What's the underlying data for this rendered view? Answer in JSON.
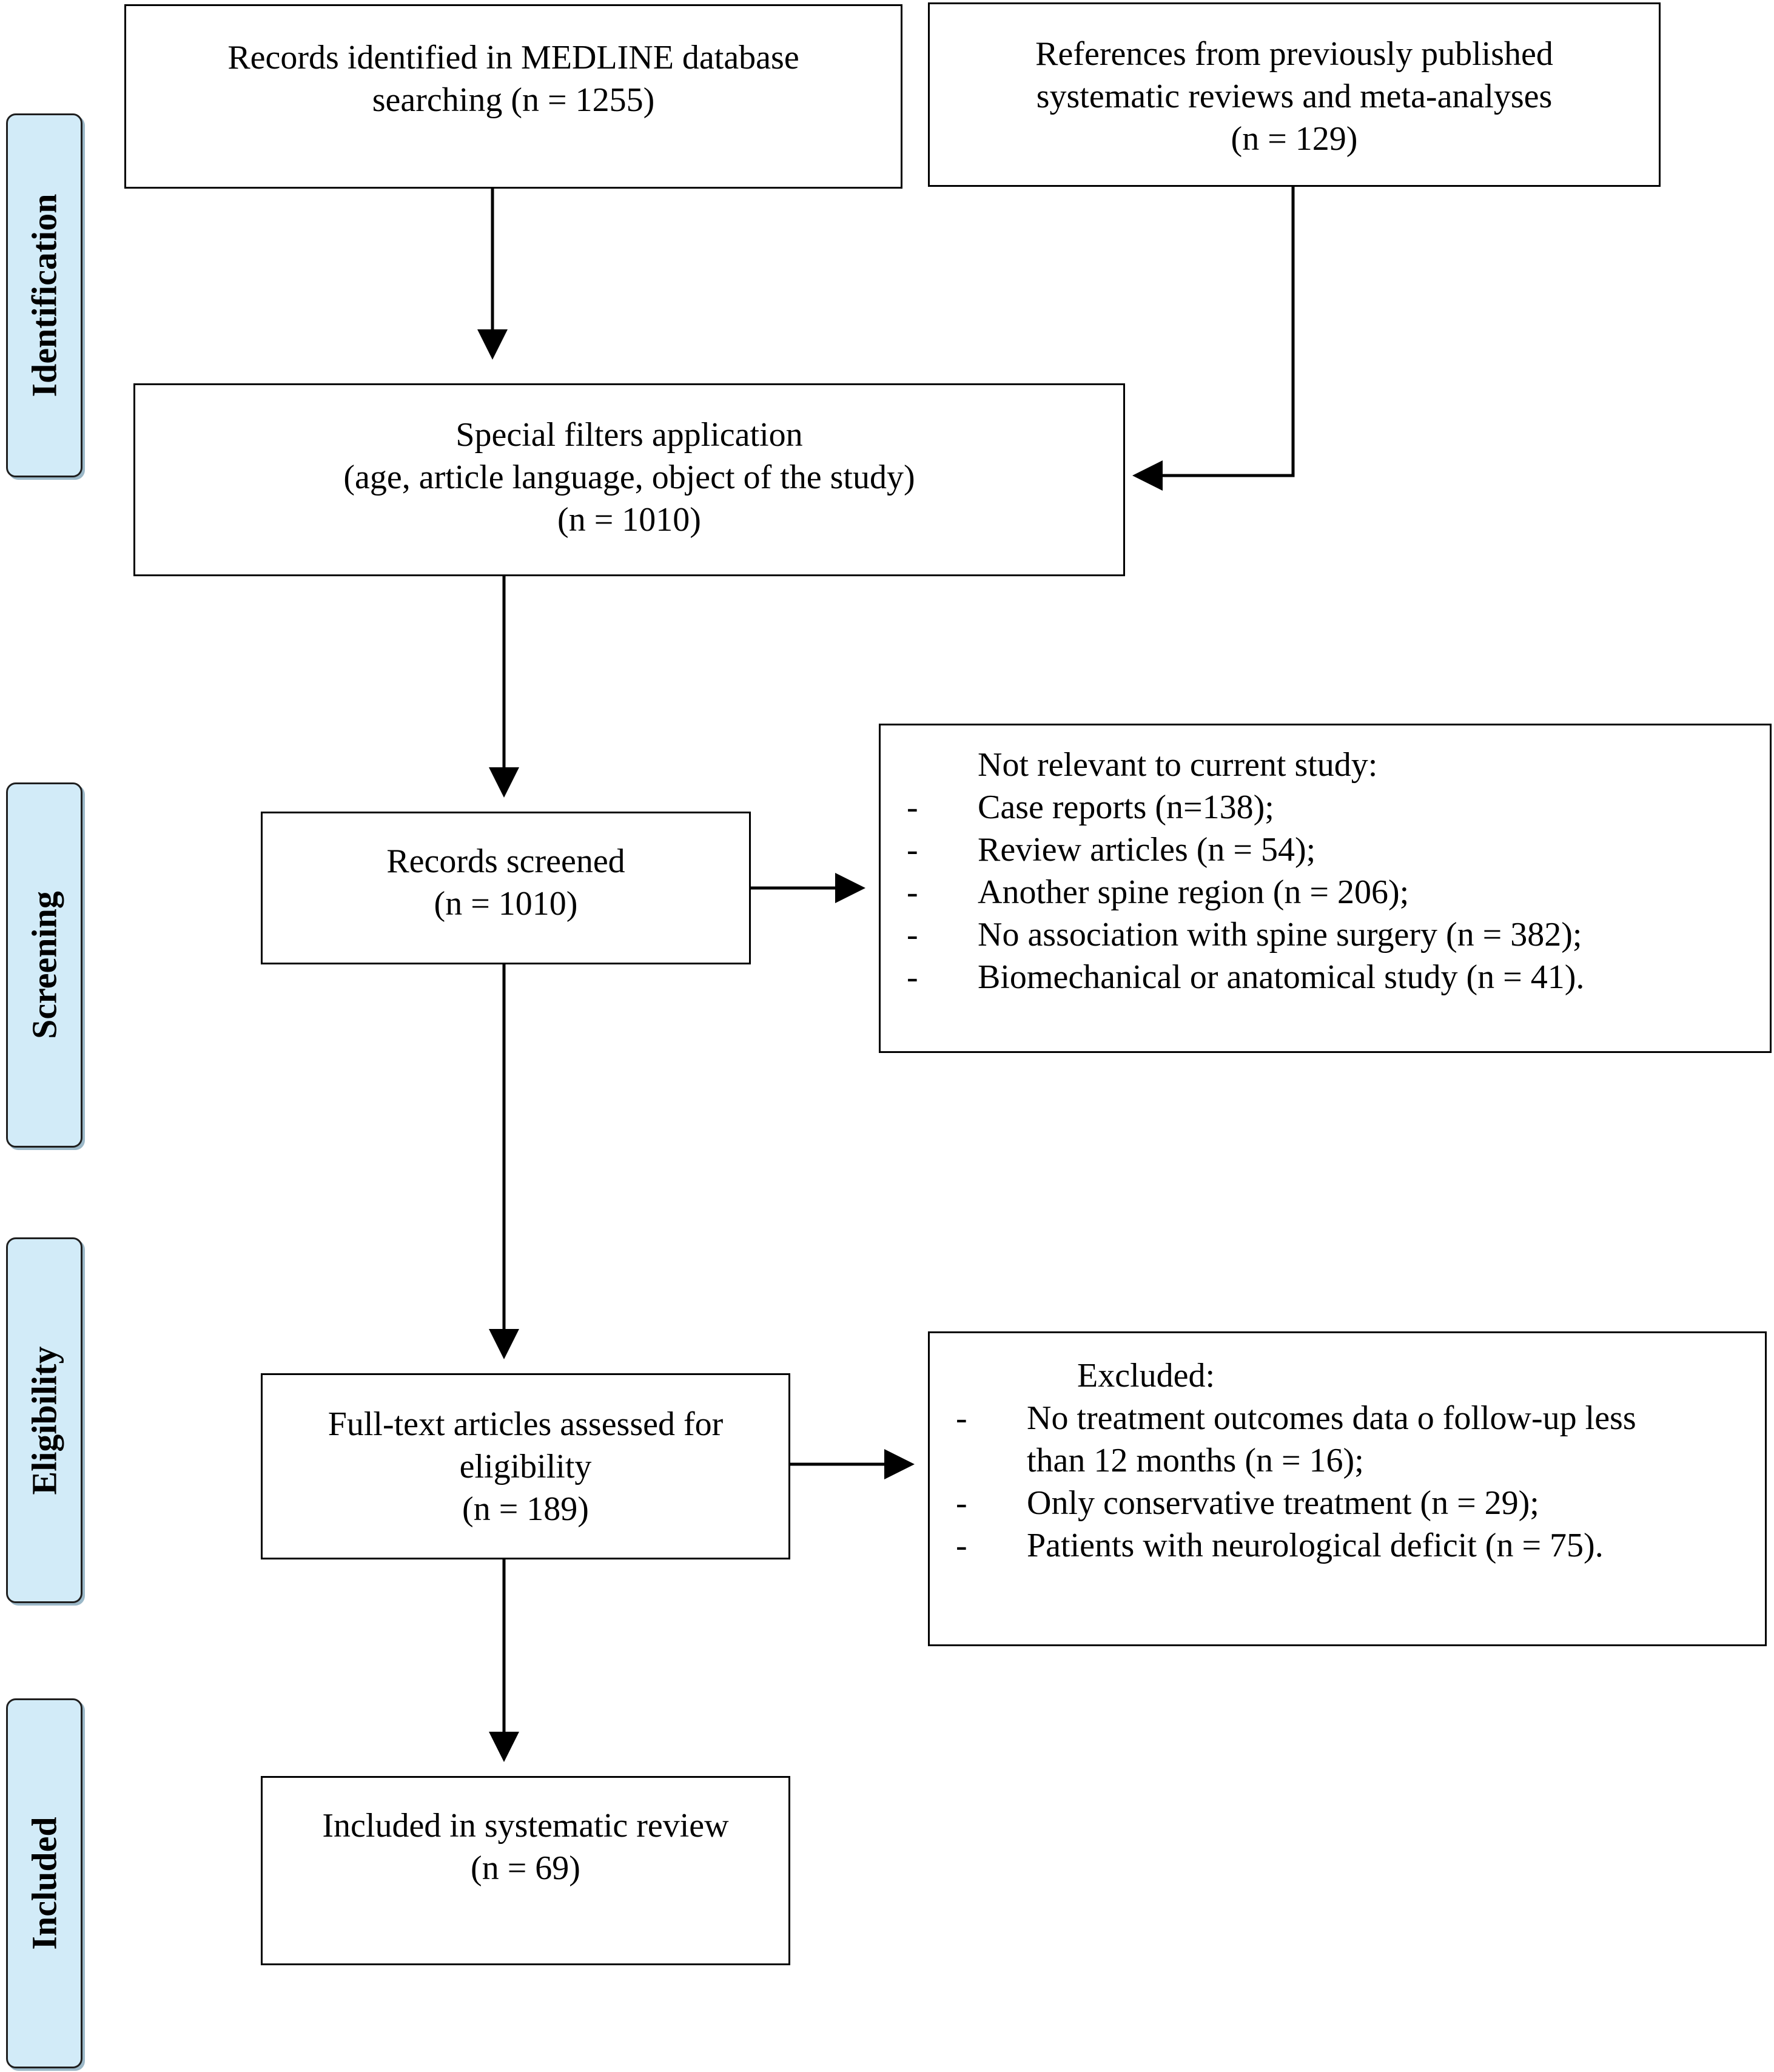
{
  "phases": {
    "identification": "Identification",
    "screening": "Screening",
    "eligibility": "Eligibility",
    "included": "Included"
  },
  "boxes": {
    "medline": {
      "lines": [
        "Records identified in MEDLINE database",
        "searching (n = 1255)"
      ]
    },
    "references": {
      "lines": [
        "References from previously published",
        "systematic reviews and meta-analyses",
        "(n = 129)"
      ]
    },
    "filters": {
      "lines": [
        "Special filters application",
        "(age, article language, object of the study)",
        "(n = 1010)"
      ]
    },
    "screened": {
      "lines": [
        "Records screened",
        "(n = 1010)"
      ]
    },
    "not_relevant": {
      "heading": "Not relevant to current study:",
      "bullet": "-",
      "items": [
        "Case reports (n=138);",
        "Review articles (n = 54);",
        "Another spine region (n = 206);",
        "No association with spine surgery (n = 382);",
        "Biomechanical or anatomical study (n = 41)."
      ]
    },
    "fulltext": {
      "lines": [
        "Full-text articles assessed for",
        "eligibility",
        "(n = 189)"
      ]
    },
    "excluded": {
      "heading": "Excluded:",
      "bullet": "-",
      "items": [
        "No treatment outcomes data o follow-up less",
        "than 12 months (n = 16);",
        "Only conservative treatment (n = 29);",
        "Patients with neurological deficit (n = 75)."
      ]
    },
    "included": {
      "lines": [
        "Included in systematic review",
        "(n = 69)"
      ]
    }
  }
}
